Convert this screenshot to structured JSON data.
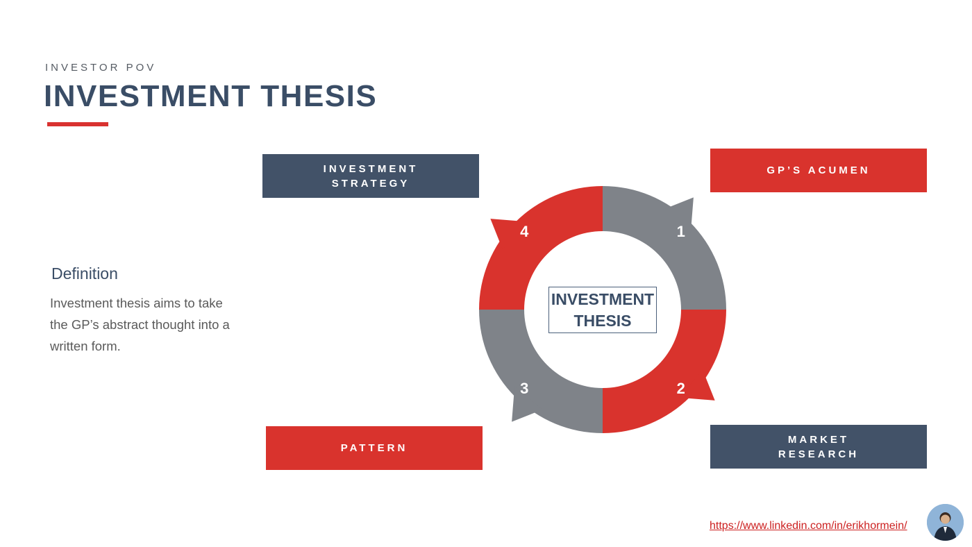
{
  "header": {
    "eyebrow": "INVESTOR POV",
    "title": "INVESTMENT THESIS"
  },
  "definition": {
    "heading": "Definition",
    "body": "Investment thesis aims to take the GP’s abstract thought into a written form."
  },
  "boxes": {
    "strategy": "INVESTMENT\nSTRATEGY",
    "acumen": "GP’S ACUMEN",
    "pattern": "PATTERN",
    "market": "MARKET\nRESEARCH"
  },
  "cycle": {
    "center_label": "INVESTMENT\nTHESIS",
    "segments": [
      {
        "number": "1",
        "color": "#7f8389"
      },
      {
        "number": "2",
        "color": "#d9332d"
      },
      {
        "number": "3",
        "color": "#7f8389"
      },
      {
        "number": "4",
        "color": "#d9332d"
      }
    ]
  },
  "footer": {
    "link_text": "https://www.linkedin.com/in/erikhormein/"
  },
  "colors": {
    "navy": "#425268",
    "red": "#d9332d",
    "gray": "#7f8389",
    "title": "#3a4d66"
  }
}
